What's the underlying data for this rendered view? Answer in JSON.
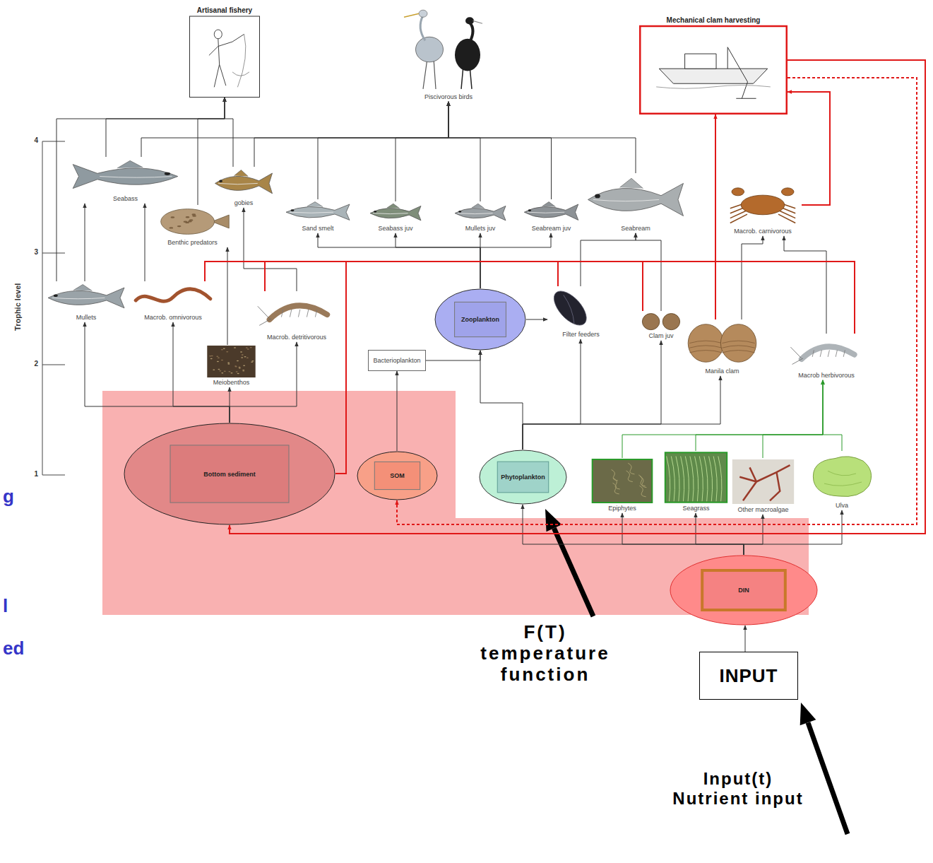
{
  "diagram": {
    "nodes": [
      {
        "text": [
          "Artisanal fishery"
        ]
      },
      {
        "text": [
          "Piscivorous birds"
        ]
      },
      {
        "text": [
          "Mechanical clam harvesting"
        ]
      },
      {
        "text": [
          "Seabass"
        ]
      },
      {
        "text": [
          "Benthic predators"
        ]
      },
      {
        "text": [
          "gobies"
        ]
      },
      {
        "text": [
          "Sand smelt"
        ]
      },
      {
        "text": [
          "Seabass juv"
        ]
      },
      {
        "text": [
          "Mullets juv"
        ]
      },
      {
        "text": [
          "Seabream juv"
        ]
      },
      {
        "text": [
          "Seabream"
        ]
      },
      {
        "text": [
          "Macrob. carnivorous"
        ]
      },
      {
        "text": [
          "Mullets"
        ]
      },
      {
        "text": [
          "Macrob. omnivorous"
        ]
      },
      {
        "text": [
          "Macrob. detritivorous"
        ]
      },
      {
        "text": [
          "Zooplankton"
        ]
      },
      {
        "text": [
          "Filter feeders"
        ]
      },
      {
        "text": [
          "Clam juv"
        ]
      },
      {
        "text": [
          "Manila clam"
        ]
      },
      {
        "text": [
          "Macrob herbivorous"
        ]
      },
      {
        "text": [
          "Meiobenthos"
        ]
      },
      {
        "text": [
          "Bacterioplankton"
        ]
      },
      {
        "text": [
          "Bottom sediment"
        ]
      },
      {
        "text": [
          "SOM"
        ]
      },
      {
        "text": [
          "Phytoplankton"
        ]
      },
      {
        "text": [
          "Epiphytes"
        ]
      },
      {
        "text": [
          "Seagrass"
        ]
      },
      {
        "text": [
          "Other macroalgae"
        ]
      },
      {
        "text": [
          "Ulva"
        ]
      },
      {
        "text": [
          "DIN"
        ]
      },
      {
        "text": [
          "INPUT"
        ]
      }
    ],
    "edges": [
      {
        "from": 3,
        "to": 0,
        "arrow": "to"
      },
      {
        "from": 5,
        "to": 0,
        "arrow": "to"
      },
      {
        "from": 4,
        "to": 0,
        "arrow": "to"
      },
      {
        "from": 12,
        "to": 0,
        "arrow": "to"
      },
      {
        "from": 3,
        "to": 1,
        "arrow": "to"
      },
      {
        "from": 5,
        "to": 1,
        "arrow": "to"
      },
      {
        "from": 6,
        "to": 1,
        "arrow": "to"
      },
      {
        "from": 7,
        "to": 1,
        "arrow": "to"
      },
      {
        "from": 8,
        "to": 1,
        "arrow": "to"
      },
      {
        "from": 9,
        "to": 1,
        "arrow": "to"
      },
      {
        "from": 10,
        "to": 1,
        "arrow": "to"
      },
      {
        "from": 12,
        "to": 3,
        "arrow": "to"
      },
      {
        "from": 13,
        "to": 3,
        "arrow": "to"
      },
      {
        "from": 20,
        "to": 4,
        "arrow": "to"
      },
      {
        "from": 14,
        "to": 5,
        "arrow": "to"
      },
      {
        "from": 22,
        "to": 20,
        "arrow": "to"
      },
      {
        "from": 22,
        "to": 12,
        "arrow": "to"
      },
      {
        "from": 22,
        "to": 13,
        "arrow": "to"
      },
      {
        "from": 22,
        "to": 14,
        "arrow": "to"
      },
      {
        "from": 23,
        "to": 21,
        "arrow": "to"
      },
      {
        "from": 21,
        "to": 15,
        "arrow": "to"
      },
      {
        "from": 24,
        "to": 15,
        "arrow": "to"
      },
      {
        "from": 24,
        "to": 16,
        "arrow": "to"
      },
      {
        "from": 24,
        "to": 17,
        "arrow": "to"
      },
      {
        "from": 24,
        "to": 18,
        "arrow": "to"
      },
      {
        "from": 15,
        "to": 16,
        "arrow": "to"
      },
      {
        "from": 15,
        "to": 6,
        "arrow": "to"
      },
      {
        "from": 15,
        "to": 7,
        "arrow": "to"
      },
      {
        "from": 15,
        "to": 8,
        "arrow": "to"
      },
      {
        "from": 15,
        "to": 9,
        "arrow": "to"
      },
      {
        "from": 16,
        "to": 10,
        "arrow": "to"
      },
      {
        "from": 17,
        "to": 10,
        "arrow": "to"
      },
      {
        "from": 18,
        "to": 11,
        "arrow": "to"
      },
      {
        "from": 19,
        "to": 11,
        "arrow": "to"
      },
      {
        "from": 25,
        "to": 19,
        "arrow": "to"
      },
      {
        "from": 26,
        "to": 19,
        "arrow": "to"
      },
      {
        "from": 27,
        "to": 19,
        "arrow": "to"
      },
      {
        "from": 28,
        "to": 19,
        "arrow": "to"
      },
      {
        "from": 29,
        "to": 24,
        "arrow": "to"
      },
      {
        "from": 29,
        "to": 25,
        "arrow": "to"
      },
      {
        "from": 29,
        "to": 26,
        "arrow": "to"
      },
      {
        "from": 29,
        "to": 27,
        "arrow": "to"
      },
      {
        "from": 29,
        "to": 28,
        "arrow": "to"
      },
      {
        "from": 30,
        "to": 29,
        "arrow": "to"
      },
      {
        "from": 18,
        "to": 2,
        "arrow": "to"
      },
      {
        "from": 11,
        "to": 2,
        "arrow": "to"
      },
      {
        "from": 2,
        "to": 13,
        "arrow": "none"
      },
      {
        "from": 2,
        "to": 14,
        "arrow": "none"
      },
      {
        "from": 2,
        "to": 16,
        "arrow": "none"
      },
      {
        "from": 2,
        "to": 17,
        "arrow": "none"
      },
      {
        "from": 2,
        "to": 19,
        "arrow": "none"
      },
      {
        "from": 2,
        "to": 22,
        "arrow": "none"
      },
      {
        "from": 2,
        "to": 22,
        "arrow": "to"
      },
      {
        "from": 2,
        "to": 23,
        "arrow": "to"
      }
    ],
    "labels": [
      "4",
      "3",
      "2",
      "1",
      "Trophic level",
      "F(T) temperature function",
      "Input(t) Nutrient input",
      "g",
      "l",
      "ed"
    ]
  }
}
